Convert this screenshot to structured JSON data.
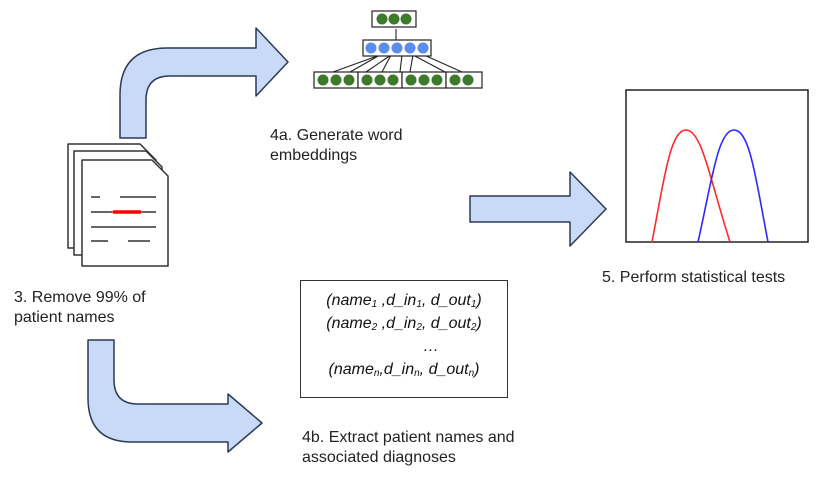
{
  "labels": {
    "step3": "3. Remove 99% of patient names",
    "step4a": "4a. Generate word embeddings",
    "step4b": "4b. Extract patient names and associated diagnoses",
    "step5": "5. Perform statistical tests"
  },
  "tuples": [
    {
      "name": "name",
      "index": "1",
      "d_in": "d_in",
      "d_out": "d_out"
    },
    {
      "name": "name",
      "index": "2",
      "d_in": "d_in",
      "d_out": "d_out"
    },
    {
      "ellipsis": "…"
    },
    {
      "name": "name",
      "index": "n",
      "d_in": "d_in",
      "d_out": "d_out"
    }
  ],
  "colors": {
    "arrow_fill": "#c9daf8",
    "arrow_stroke": "#2b3a55",
    "node_green": "#3e7a2b",
    "node_blue": "#5b8def",
    "curve_red": "#ff2a2a",
    "curve_blue": "#2a2aff",
    "redaction": "#ff0000"
  },
  "icons": {
    "document_stack": "document-stack-icon",
    "network": "neural-network-icon",
    "distribution_plot": "distribution-plot-icon"
  }
}
